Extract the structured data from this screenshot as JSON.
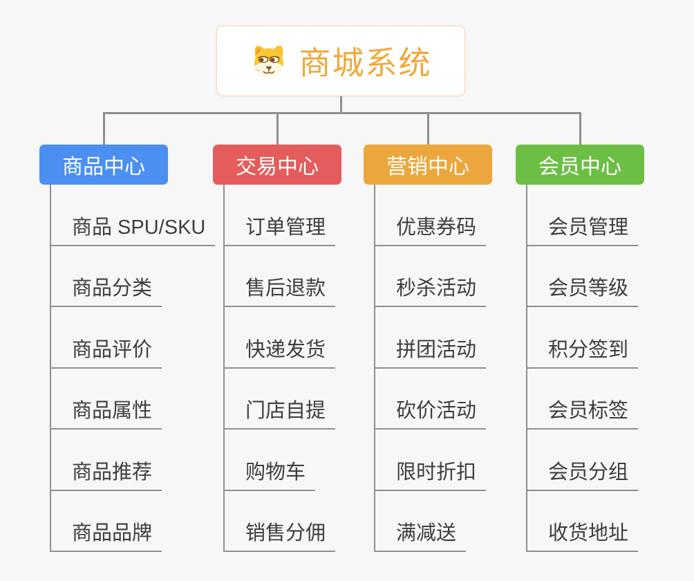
{
  "root": {
    "title": "商城系统",
    "icon": "doge-icon"
  },
  "branches": [
    {
      "label": "商品中心",
      "color": "#4B90F0",
      "items": [
        "商品 SPU/SKU",
        "商品分类",
        "商品评价",
        "商品属性",
        "商品推荐",
        "商品品牌"
      ]
    },
    {
      "label": "交易中心",
      "color": "#E55C5C",
      "items": [
        "订单管理",
        "售后退款",
        "快递发货",
        "门店自提",
        "购物车",
        "销售分佣"
      ]
    },
    {
      "label": "营销中心",
      "color": "#EBA73D",
      "items": [
        "优惠券码",
        "秒杀活动",
        "拼团活动",
        "砍价活动",
        "限时折扣",
        "满减送"
      ]
    },
    {
      "label": "会员中心",
      "color": "#6CBF44",
      "items": [
        "会员管理",
        "会员等级",
        "积分签到",
        "会员标签",
        "会员分组",
        "收货地址"
      ]
    }
  ],
  "colors": {
    "background": "#f7f7f7",
    "connector": "#8f8f8f",
    "root_accent": "#F0A93C",
    "root_border": "#f2b35c",
    "item_text": "#3d3d42"
  }
}
